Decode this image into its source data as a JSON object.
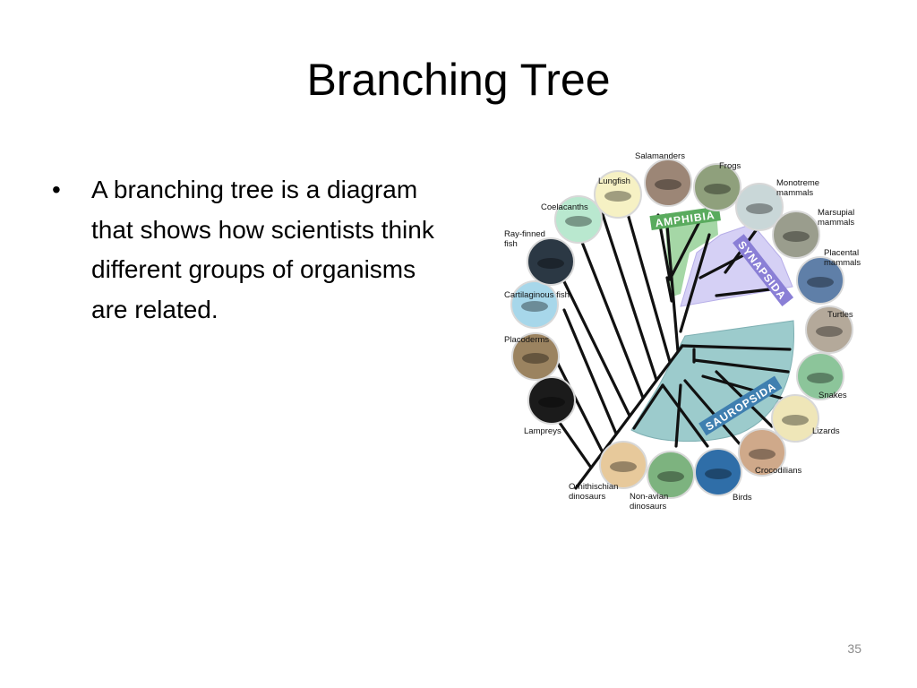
{
  "slide": {
    "title": "Branching Tree",
    "bullet": "A branching tree is a diagram that shows how scientists think different groups of organisms are related.",
    "page_number": "35"
  },
  "diagram": {
    "clades": [
      {
        "key": "amphibia",
        "label": "AMPHIBIA",
        "color": "#5aab5e",
        "fill": "#8ccf8e"
      },
      {
        "key": "synapsida",
        "label": "SYNAPSIDA",
        "color": "#8a7fd6",
        "fill": "#cfc9f4"
      },
      {
        "key": "sauropsida",
        "label": "SAUROPSIDA",
        "color": "#3f7fb0",
        "fill": "#93c8c9"
      }
    ],
    "groups": [
      {
        "key": "lampreys",
        "label": [
          "Lampreys"
        ],
        "icon": "lamprey-icon",
        "color": "#1b1b1b"
      },
      {
        "key": "placoderms",
        "label": [
          "Placoderms"
        ],
        "icon": "placoderm-icon",
        "color": "#9b8360"
      },
      {
        "key": "cartilaginous",
        "label": [
          "Cartilaginous fish"
        ],
        "icon": "shark-icon",
        "color": "#a7d7ea"
      },
      {
        "key": "ray_finned",
        "label": [
          "Ray-finned",
          "fish"
        ],
        "icon": "ray-finned-fish-icon",
        "color": "#2b3844"
      },
      {
        "key": "coelacanths",
        "label": [
          "Coelacanths"
        ],
        "icon": "coelacanth-icon",
        "color": "#b9e8cf"
      },
      {
        "key": "lungfish",
        "label": [
          "Lungfish"
        ],
        "icon": "lungfish-icon",
        "color": "#f6f1c4"
      },
      {
        "key": "salamanders",
        "label": [
          "Salamanders"
        ],
        "icon": "salamander-icon",
        "color": "#9c8676"
      },
      {
        "key": "frogs",
        "label": [
          "Frogs"
        ],
        "icon": "frog-icon",
        "color": "#8fa07c"
      },
      {
        "key": "monotreme",
        "label": [
          "Monotreme",
          "mammals"
        ],
        "icon": "echidna-icon",
        "color": "#c9d7d8"
      },
      {
        "key": "marsupial",
        "label": [
          "Marsupial",
          "mammals"
        ],
        "icon": "opossum-icon",
        "color": "#9a9d8d"
      },
      {
        "key": "placental",
        "label": [
          "Placental",
          "mammals"
        ],
        "icon": "placental-mammal-icon",
        "color": "#5f7fa8"
      },
      {
        "key": "turtles",
        "label": [
          "Turtles"
        ],
        "icon": "turtle-icon",
        "color": "#b4a99a"
      },
      {
        "key": "snakes",
        "label": [
          "Snakes"
        ],
        "icon": "snake-icon",
        "color": "#8cc59a"
      },
      {
        "key": "lizards",
        "label": [
          "Lizards"
        ],
        "icon": "lizard-icon",
        "color": "#efe6b8"
      },
      {
        "key": "crocodilians",
        "label": [
          "Crocodilians"
        ],
        "icon": "crocodile-icon",
        "color": "#cfa98a"
      },
      {
        "key": "birds",
        "label": [
          "Birds"
        ],
        "icon": "bird-icon",
        "color": "#2f6ea8"
      },
      {
        "key": "non_avian",
        "label": [
          "Non-avian",
          "dinosaurs"
        ],
        "icon": "dinosaur-icon",
        "color": "#7db37f"
      },
      {
        "key": "ornithischian",
        "label": [
          "Ornithischian",
          "dinosaurs"
        ],
        "icon": "ornithischian-icon",
        "color": "#e7c99b"
      }
    ]
  }
}
